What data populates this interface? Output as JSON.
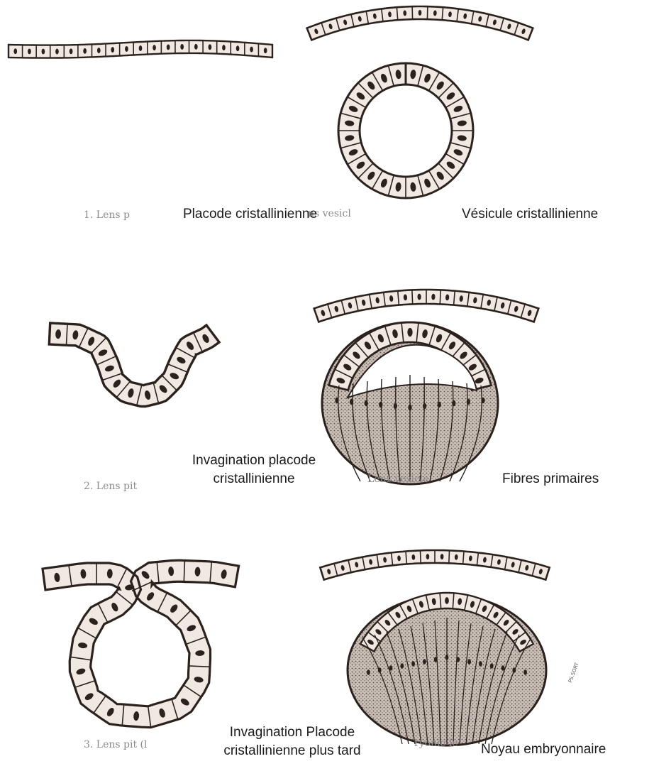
{
  "figure": {
    "panels": [
      {
        "id": "1a",
        "old_caption": "1.  Lens p",
        "label": "Placode cristallinienne"
      },
      {
        "id": "1b",
        "old_caption": "ns vesicl",
        "label": "Vésicule  cristallinienne"
      },
      {
        "id": "2a",
        "old_caption": "2.  Lens pit",
        "label_lines": [
          "Invagination placode",
          "cristallinienne"
        ]
      },
      {
        "id": "2b",
        "old_caption": "Lens vesicle",
        "label": "Fibres primaires"
      },
      {
        "id": "3a",
        "old_caption": "3.  Lens pit (l",
        "label_lines": [
          "Invagination Placode",
          "cristallinienne plus tard"
        ]
      },
      {
        "id": "3b",
        "old_caption": "ryonic le",
        "label": "Noyau embryonnaire"
      }
    ],
    "artist_mark": "PS.SORT"
  },
  "colors": {
    "ink": "#2b211d",
    "cell_fill": "#efe9e1",
    "nucleus": "#2b211d",
    "stipple": "#4a3f3a"
  }
}
